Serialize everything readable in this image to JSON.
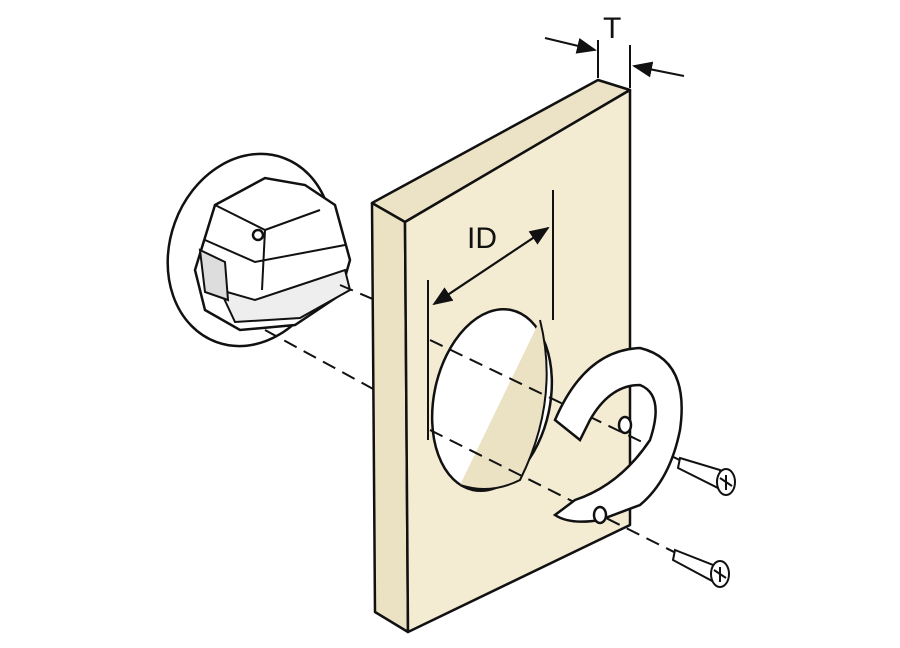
{
  "diagram": {
    "labels": {
      "thickness": "T",
      "inner_diameter": "ID"
    },
    "colors": {
      "panel": "#f3ecd3",
      "line": "#111111",
      "background": "#ffffff"
    },
    "parts": [
      "hinge-cup",
      "mounting-panel",
      "retaining-ring",
      "screw",
      "screw"
    ]
  }
}
